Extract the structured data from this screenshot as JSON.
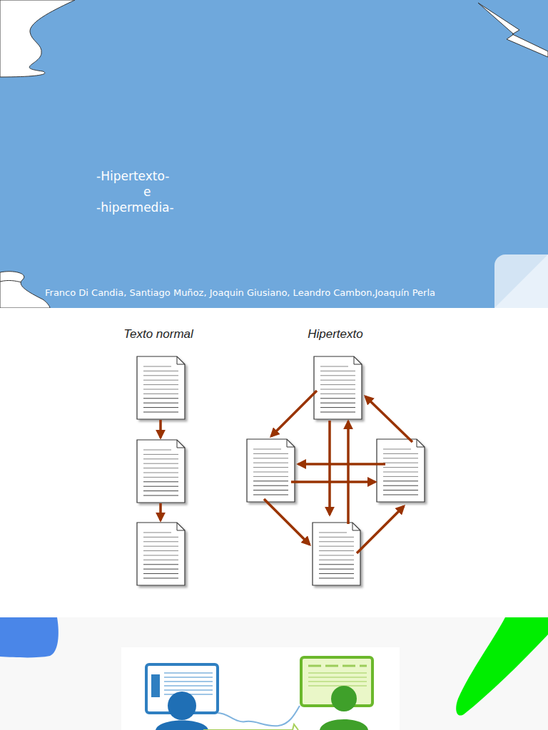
{
  "diagram": {
    "title": "-Hipertexto- e -hipermedia-",
    "labels": [
      "Franco Di Candia, Santiago Muñoz, Joaquin Giusiano, Leandro Cambon,Joaquín Perla",
      "Texto normal",
      "Hipertexto"
    ]
  }
}
